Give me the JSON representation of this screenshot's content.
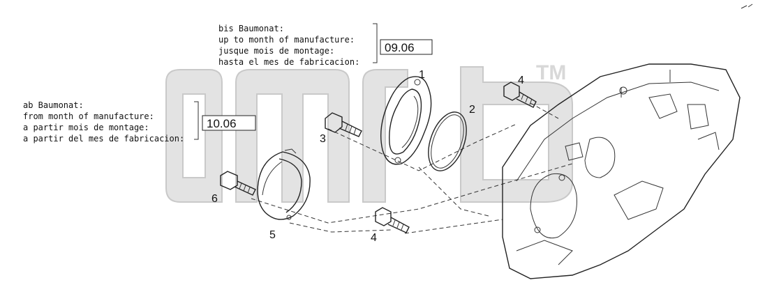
{
  "note_until": {
    "lines": [
      "bis Baumonat:",
      "up to month of manufacture:",
      "jusque mois de montage:",
      "hasta el mes de fabricacion:"
    ],
    "date": "09.06"
  },
  "note_from": {
    "lines": [
      "ab Baumonat:",
      "from month of manufacture:",
      "a partir mois de montage:",
      "a partir del mes de fabricacion:"
    ],
    "date": "10.06"
  },
  "callouts": {
    "c1": "1",
    "c2": "2",
    "c3": "3",
    "c4_top": "4",
    "c4_bottom": "4",
    "c5": "5",
    "c6": "6"
  },
  "watermark": "TM"
}
